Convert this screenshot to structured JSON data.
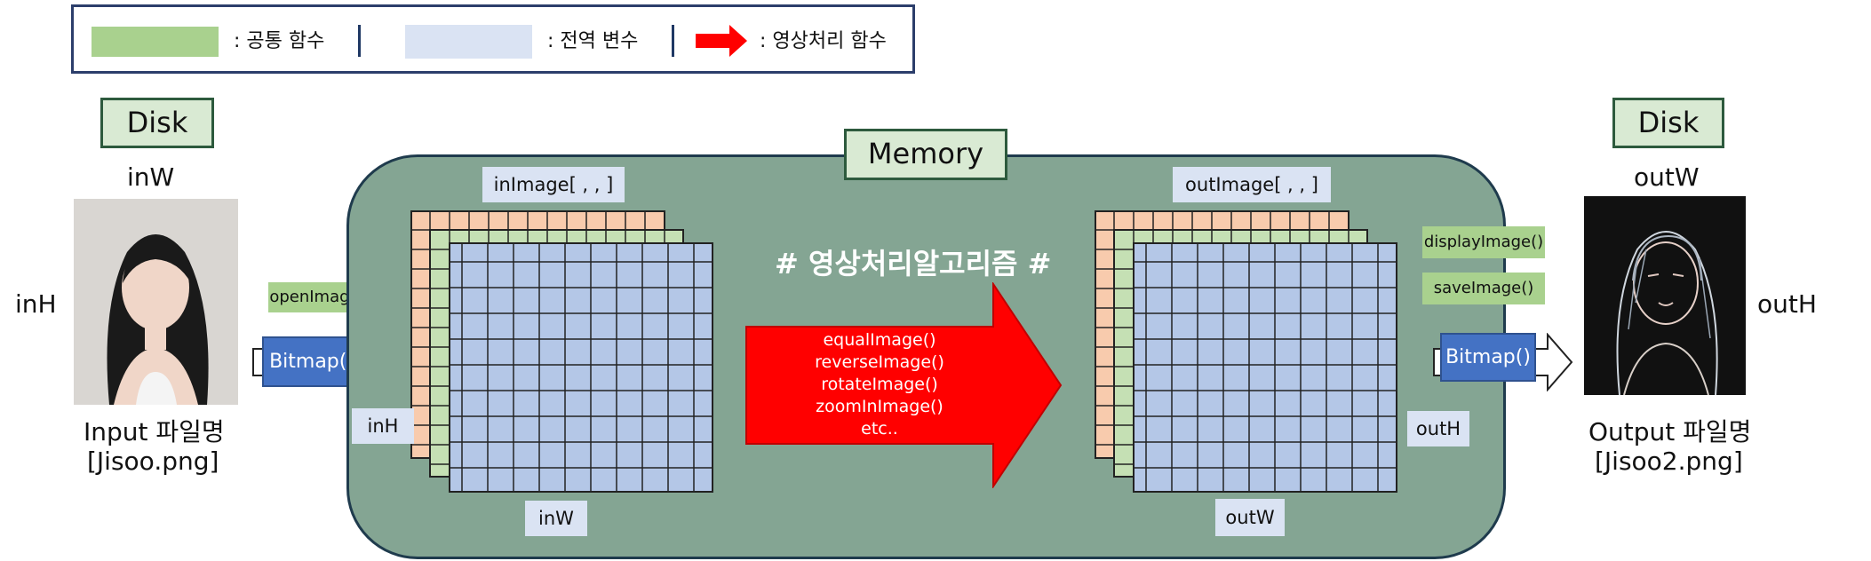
{
  "legend": {
    "common_label": ": 공통 함수",
    "global_label": ": 전역 변수",
    "process_label": ": 영상처리 함수"
  },
  "left": {
    "disk": "Disk",
    "width_label": "inW",
    "height_label": "inH",
    "file_line1": "Input 파일명",
    "file_line2": "[Jisoo.png]"
  },
  "right": {
    "disk": "Disk",
    "width_label": "outW",
    "height_label": "outH",
    "file_line1": "Output 파일명",
    "file_line2": "[Jisoo2.png]"
  },
  "memory": {
    "title": "Memory",
    "in_image": "inImage[ , , ]",
    "out_image": "outImage[ , , ]",
    "in_h": "inH",
    "in_w": "inW",
    "out_h": "outH",
    "out_w": "outW",
    "algo_title": "# 영상처리알고리즘 #",
    "functions": [
      "equalImage()",
      "reverseImage()",
      "rotateImage()",
      "zoomInImage()",
      "etc.."
    ]
  },
  "io": {
    "open": "openImage()",
    "display": "displayImage()",
    "save": "saveImage()",
    "bitmap_in": "Bitmap()",
    "bitmap_out": "Bitmap()"
  },
  "colors": {
    "common": "#a9d18e",
    "global": "#dae3f3",
    "process": "#ff0000",
    "memory_bg": "#84a593",
    "grid_orange": "#f8cbad",
    "grid_green": "#c5e0b4",
    "grid_blue": "#b4c7e7",
    "bitmap": "#4472c4"
  }
}
